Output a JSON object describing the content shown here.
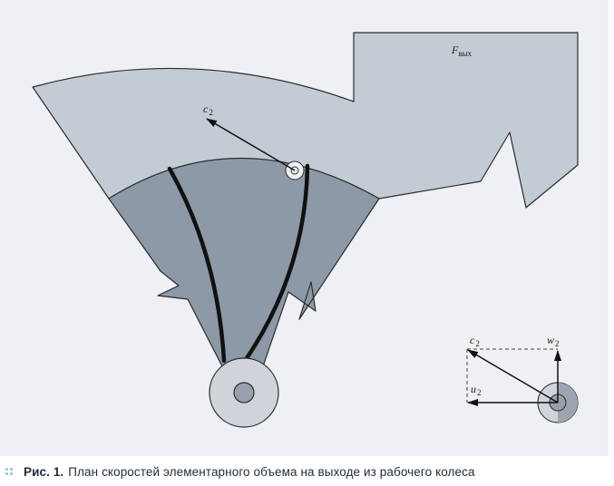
{
  "figure": {
    "labels": {
      "f_main": "F",
      "f_sub": "вых",
      "c2_main": "c",
      "c2_sub": "2",
      "triangle_c2_main": "c",
      "triangle_c2_sub": "2",
      "w2_main": "w",
      "w2_sub": "2",
      "u2_main": "u",
      "u2_sub": "2"
    },
    "colors": {
      "panel_background": "#eef0f3",
      "outlet_volume": "#c3ccd5",
      "impeller_sector": "#8d99a6",
      "hub": "#cfd4da",
      "hub_center": "#98a1ab",
      "outline": "#2b2b2b",
      "blade": "#111111"
    }
  },
  "caption": {
    "number": "Рис. 1.",
    "text": "План скоростей элементарного объема  на выходе из рабочего колеса"
  }
}
